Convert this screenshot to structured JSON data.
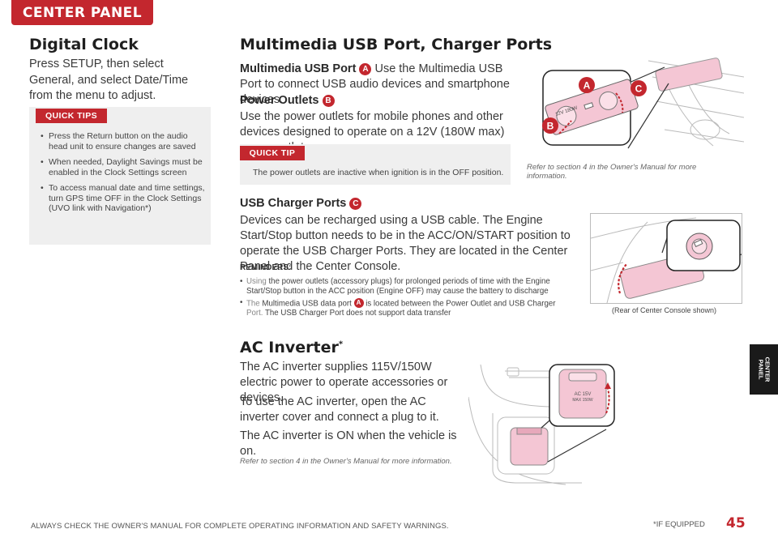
{
  "header": {
    "section_tab": "CENTER PANEL"
  },
  "side_tab": {
    "label": "CENTER\nPANEL"
  },
  "digital_clock": {
    "title": "Digital Clock",
    "body": "Press SETUP, then select General, and select Date/Time from the menu to adjust.",
    "quick_tips_label": "QUICK TIPS",
    "tips": [
      "Press the Return button on the audio head unit to ensure changes are saved",
      "When needed, Daylight Savings must be enabled in the Clock Settings screen",
      "To access manual date and time settings, turn GPS time OFF in the Clock Settings (UVO link with Navigation*)"
    ]
  },
  "multimedia": {
    "title": "Multimedia USB Port, Charger Ports",
    "usb_port_label": "Multimedia USB Port",
    "usb_port_badge": "A",
    "usb_port_text": "Use the Multimedia USB Port to connect USB audio devices and smartphone devices.",
    "power_outlets_label": "Power Outlets",
    "power_outlets_badge": "B",
    "power_outlets_text": "Use the power outlets for mobile phones and other devices designed to operate on a 12V (180W max) power outlet.",
    "quick_tip_label": "QUICK TIP",
    "quick_tip_text": "The power outlets are inactive when ignition is in the OFF position.",
    "image_caption": "Refer to section 4 in the Owner's Manual for more information.",
    "image_labels": {
      "a": "A",
      "b": "B",
      "c": "C",
      "outlet": "12V 180W"
    },
    "usb_charger_label": "USB Charger Ports",
    "usb_charger_badge": "C",
    "usb_charger_text": "Devices can be recharged using a USB cable. The Engine Start/Stop button needs to be in the ACC/ON/START position to operate the USB Charger Ports. They are located in the Center Panel and the Center Console.",
    "console_caption": "(Rear of Center Console shown)",
    "reminders_title": "REMINDERS:",
    "reminder_1_lead": "Using",
    "reminder_1_text": "the power outlets (accessory plugs) for prolonged periods of time with the Engine Start/Stop button in the ACC position (Engine OFF) may cause the battery to discharge",
    "reminder_2_lead": "The",
    "reminder_2_text_a": "Multimedia USB data port",
    "reminder_2_badge": "A",
    "reminder_2_text_b": "is located between the Power Outlet and USB Charger",
    "reminder_2_tail": "Port.",
    "reminder_2_text_c": "The USB Charger Port does not support data transfer"
  },
  "ac_inverter": {
    "title": "AC Inverter",
    "title_mark": "*",
    "p1": "The AC inverter supplies 115V/150W electric power to operate accessories or devices.",
    "p2": "To use the AC inverter, open the AC inverter cover and connect a plug to it.",
    "p3": "The AC inverter is ON when the vehicle is on.",
    "caption": "Refer to section 4 in the Owner's Manual for more information.",
    "outlet_label_1": "AC 15V",
    "outlet_label_2": "MAX 150W"
  },
  "footer": {
    "disclaimer": "ALWAYS CHECK THE OWNER'S MANUAL FOR COMPLETE OPERATING INFORMATION AND SAFETY WARNINGS.",
    "if_equipped": "*IF EQUIPPED",
    "page_number": "45"
  },
  "colors": {
    "accent": "#c3272e",
    "tip_bg": "#efefef",
    "pink": "#f4c6d4"
  }
}
